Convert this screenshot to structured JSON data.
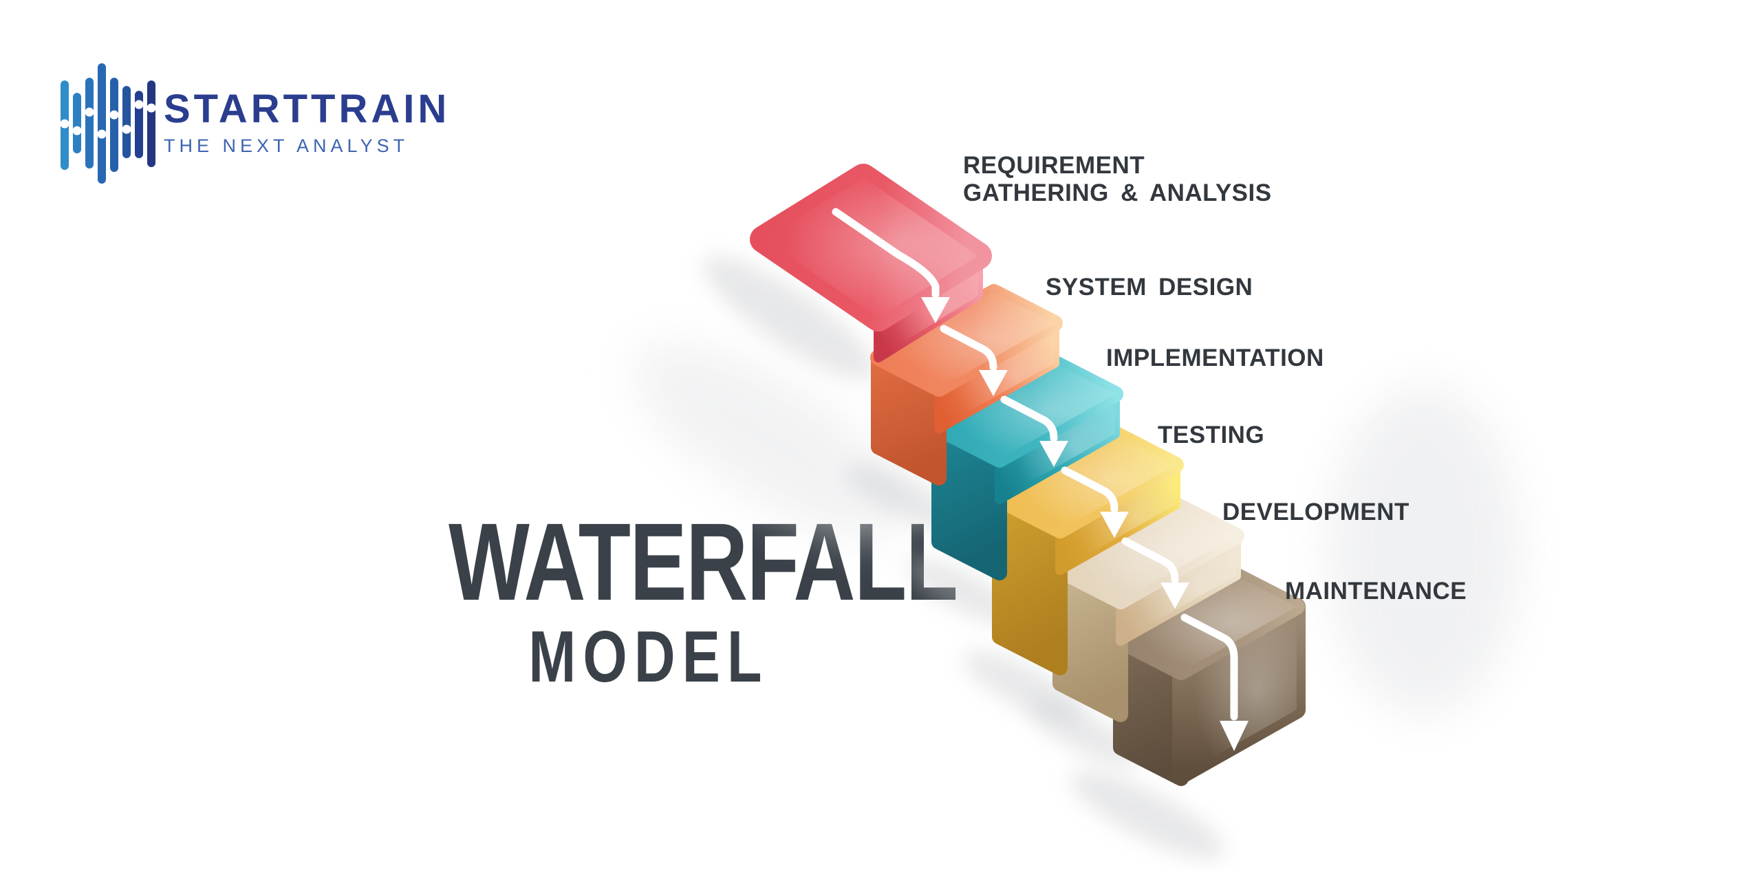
{
  "logo": {
    "brand": "STARTTRAIN",
    "tagline": "THE NEXT ANALYST",
    "brand_color": "#2B3D8E",
    "tagline_color": "#3D63B0",
    "icon": "waveform-equalizer-icon",
    "bar_colors": [
      "#2F8DC9",
      "#2C80C2",
      "#2A73BB",
      "#2868B2",
      "#2660AA",
      "#24549E",
      "#233F8F",
      "#24367F"
    ],
    "node_color": "#FFFFFF"
  },
  "title": {
    "line1": "WATERFALL",
    "line2": "MODEL",
    "color": "#3A4148"
  },
  "diagram": {
    "type": "waterfall-staircase",
    "arrow_color": "#FFFFFF",
    "label_color": "#32383E",
    "shadow_color": "#C4C6C9",
    "steps": [
      {
        "order": 1,
        "label": "REQUIREMENT GATHERING & ANALYSIS",
        "label_lines": [
          "REQUIREMENT",
          "GATHERING & ANALYSIS"
        ],
        "top_stops": [
          "#E6505E",
          "#E95865",
          "#F294A0"
        ],
        "front_stops": [
          "#C93849",
          "#E9606C",
          "#F7A3AE"
        ],
        "side_stops": [
          "#C43A4B",
          "#A93241"
        ]
      },
      {
        "order": 2,
        "label": "SYSTEM DESIGN",
        "label_lines": [
          "SYSTEM DESIGN"
        ],
        "top_stops": [
          "#EF7E57",
          "#F18A63",
          "#FBD3A8"
        ],
        "front_stops": [
          "#E05F33",
          "#EF7F55",
          "#FCD3A4"
        ],
        "side_stops": [
          "#E06C42",
          "#C2552E"
        ]
      },
      {
        "order": 3,
        "label": "IMPLEMENTATION",
        "label_lines": [
          "IMPLEMENTATION"
        ],
        "top_stops": [
          "#30A9B5",
          "#3FB7C1",
          "#8FE2E6"
        ],
        "front_stops": [
          "#17828F",
          "#2FA9B5",
          "#7FD9DF"
        ],
        "side_stops": [
          "#1E8695",
          "#156573"
        ]
      },
      {
        "order": 4,
        "label": "TESTING",
        "label_lines": [
          "TESTING"
        ],
        "top_stops": [
          "#EFBD52",
          "#F2C55F",
          "#FAE88C"
        ],
        "front_stops": [
          "#D29C2D",
          "#E2AC3C",
          "#FBEC78"
        ],
        "side_stops": [
          "#CFA02F",
          "#AD7F1F"
        ]
      },
      {
        "order": 5,
        "label": "DEVELOPMENT",
        "label_lines": [
          "DEVELOPMENT"
        ],
        "top_stops": [
          "#E3D4BB",
          "#E9DCC8",
          "#F6EFE1"
        ],
        "front_stops": [
          "#CDB089",
          "#DECCAE",
          "#F0E6D3"
        ],
        "side_stops": [
          "#C9B692",
          "#A8916C"
        ]
      },
      {
        "order": 6,
        "label": "MAINTENANCE",
        "label_lines": [
          "MAINTENANCE"
        ],
        "top_stops": [
          "#97836D",
          "#A5917B",
          "#BCA78F"
        ],
        "front_stops": [
          "#9C8974",
          "#83705A",
          "#5F4E3C"
        ],
        "side_stops": [
          "#7E6B58",
          "#5E4D3C"
        ]
      }
    ]
  }
}
